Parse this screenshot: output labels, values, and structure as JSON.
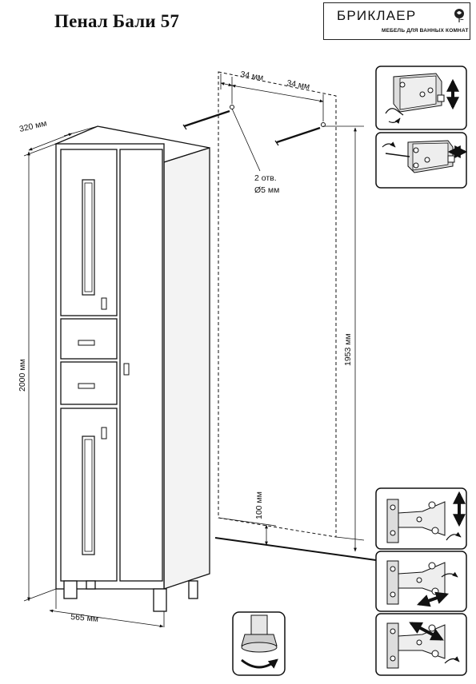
{
  "header": {
    "title": "Пенал Бали 57",
    "brand": {
      "name": "БРИКЛАЕР",
      "tagline": "МЕБЕЛЬ ДЛЯ ВАННЫХ КОМНАТ",
      "logo_icon": "rose-icon"
    }
  },
  "dimensions": {
    "depth": "320 мм",
    "height": "2000 мм",
    "width": "565 мм",
    "hole_spacing_left": "34 мм",
    "hole_spacing_right": "34 мм",
    "holes_line1": "2 отв.",
    "holes_line2": "Ø5 мм",
    "mount_height": "1953 мм",
    "floor_offset": "100 мм"
  },
  "panels": {
    "hanger_adjust_vertical": "adjust-vertical-icon",
    "hanger_adjust_depth": "adjust-depth-icon",
    "foot_adjust": "rotate-foot-icon",
    "hinge_adjust_vertical": "hinge-vertical-icon",
    "hinge_adjust_horizontal": "hinge-horizontal-icon",
    "hinge_adjust_depth": "hinge-depth-icon"
  }
}
